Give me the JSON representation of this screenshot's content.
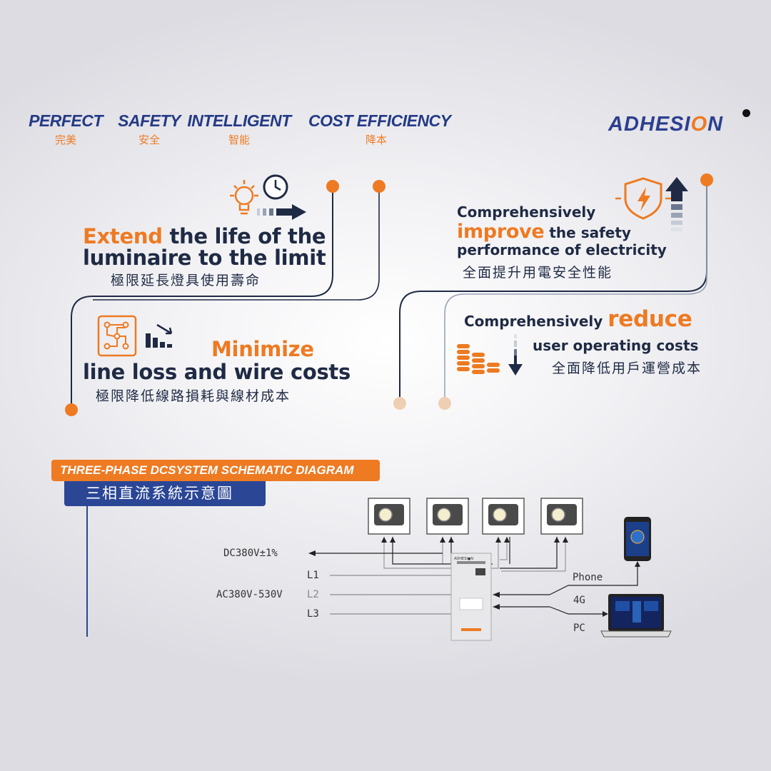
{
  "slogans": [
    {
      "en": "PERFECT",
      "zh": "完美"
    },
    {
      "en": "SAFETY",
      "zh": "安全"
    },
    {
      "en": "INTELLIGENT",
      "zh": "智能"
    },
    {
      "en": "COST EFFICIENCY",
      "zh": "降本"
    }
  ],
  "logo": {
    "part1": "ADHESI",
    "part2": "O",
    "part3": "N"
  },
  "features": {
    "extend": {
      "accent": "Extend",
      "line1_rest": " the life of the",
      "line2": "luminaire to the limit",
      "zh": "極限延長燈具使用壽命"
    },
    "minimize": {
      "accent": "Minimize",
      "line2": "line loss and wire costs",
      "zh": "極限降低線路損耗與線材成本"
    },
    "improve": {
      "line1": "Comprehensively",
      "accent": "improve",
      "line2_rest": " the safety",
      "line3": "performance of electricity",
      "zh": "全面提升用電安全性能"
    },
    "reduce": {
      "line1": "Comprehensively ",
      "accent": "reduce",
      "line2": "user operating costs",
      "zh": "全面降低用戶運營成本"
    }
  },
  "diagram": {
    "title_en": "THREE-PHASE DCSYSTEM SCHEMATIC DIAGRAM",
    "title_zh": "三相直流系統示意圖",
    "dc_label": "DC380V±1%",
    "ac_label": "AC380V-530V",
    "phases": [
      "L1",
      "L2",
      "L3"
    ],
    "phone_label": "Phone",
    "net_label": "4G",
    "pc_label": "PC",
    "cabinet_brand": "ADHESI●N"
  },
  "colors": {
    "navy": "#1d3a7c",
    "orange": "#ee7a22",
    "dark": "#1f2a44"
  }
}
